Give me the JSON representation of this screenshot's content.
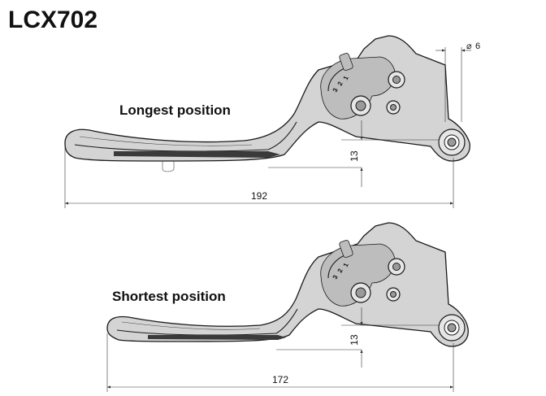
{
  "title": "LCX702",
  "views": [
    {
      "label": "Longest position",
      "length_dim": "192",
      "offset_dim": "13",
      "diameter_dim": "6",
      "notches": [
        "3",
        "2",
        "1"
      ]
    },
    {
      "label": "Shortest position",
      "length_dim": "172",
      "offset_dim": "13",
      "notches": [
        "3",
        "2",
        "1"
      ]
    }
  ],
  "symbols": {
    "diameter": "⌀"
  }
}
